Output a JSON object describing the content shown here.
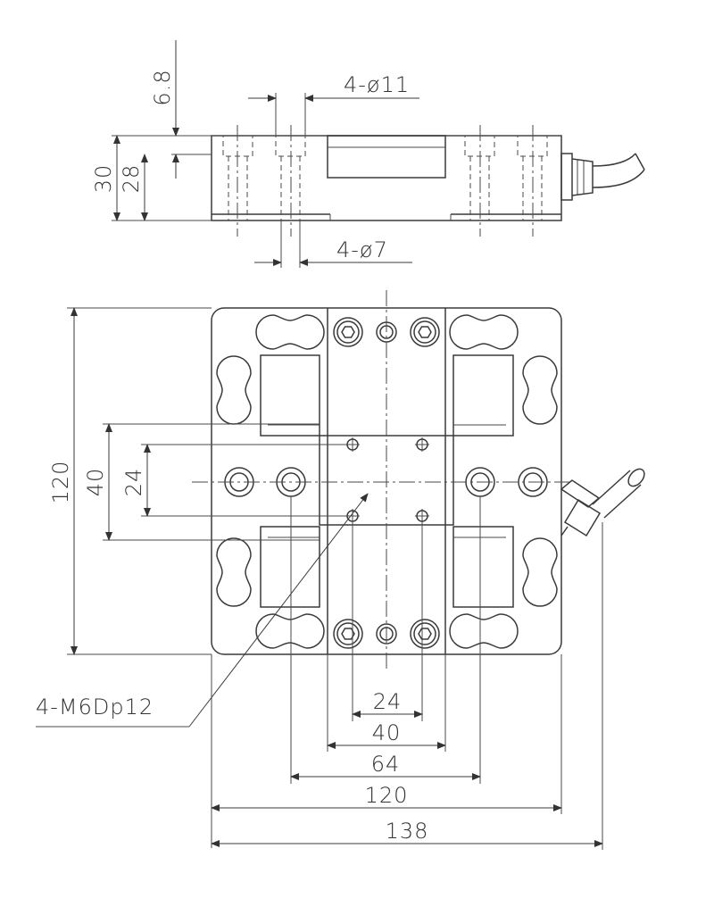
{
  "side_view": {
    "dim_6_8": "6.8",
    "dim_4_d11": "4-ø11",
    "dim_30": "30",
    "dim_28": "28",
    "dim_4_d7": "4-ø7"
  },
  "top_view": {
    "dim_120_vertical": "120",
    "dim_40_vertical": "40",
    "dim_24_vertical": "24",
    "thread_callout": "4-M6Dp12",
    "dim_24_horizontal": "24",
    "dim_40_horizontal": "40",
    "dim_64_horizontal": "64",
    "dim_120_horizontal": "120",
    "dim_138_horizontal": "138"
  }
}
